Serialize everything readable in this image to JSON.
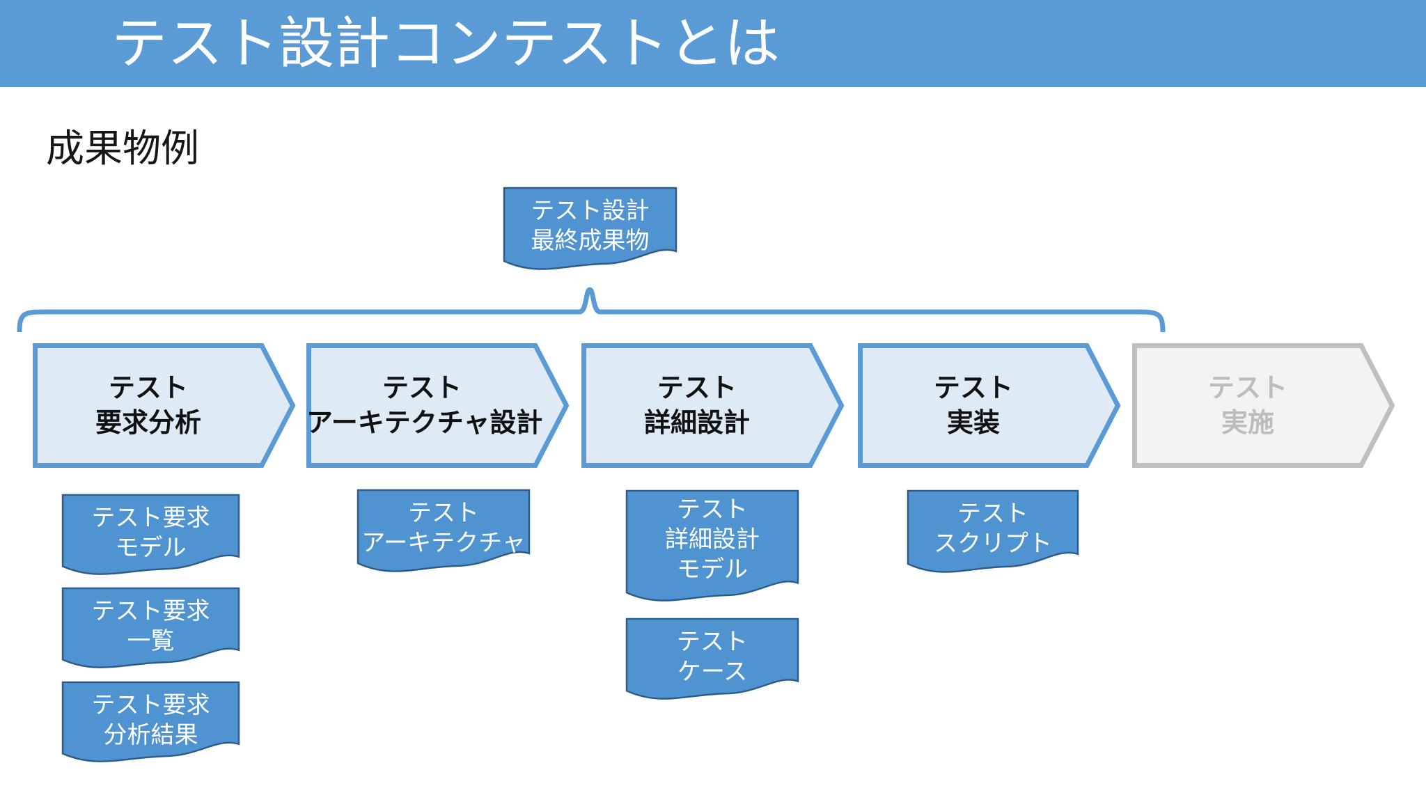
{
  "slide": {
    "title": "テスト設計コンテストとは",
    "subtitle": "成果物例"
  },
  "top_document": {
    "lines": [
      "テスト設計",
      "最終成果物"
    ]
  },
  "process_chevrons": [
    {
      "name": "test-requirements-analysis",
      "lines": [
        "テスト",
        "要求分析"
      ],
      "state": "active"
    },
    {
      "name": "test-architecture-design",
      "lines": [
        "テスト",
        "アーキテクチャ設計"
      ],
      "state": "active"
    },
    {
      "name": "test-detailed-design",
      "lines": [
        "テスト",
        "詳細設計"
      ],
      "state": "active"
    },
    {
      "name": "test-implementation",
      "lines": [
        "テスト",
        "実装"
      ],
      "state": "active"
    },
    {
      "name": "test-execution",
      "lines": [
        "テスト",
        "実施"
      ],
      "state": "inactive"
    }
  ],
  "deliverable_documents": [
    {
      "under": "test-requirements-analysis",
      "lines": [
        "テスト要求",
        "モデル"
      ]
    },
    {
      "under": "test-requirements-analysis",
      "lines": [
        "テスト要求",
        "一覧"
      ]
    },
    {
      "under": "test-requirements-analysis",
      "lines": [
        "テスト要求",
        "分析結果"
      ]
    },
    {
      "under": "test-architecture-design",
      "lines": [
        "テスト",
        "アーキテクチャ"
      ]
    },
    {
      "under": "test-detailed-design",
      "lines": [
        "テスト",
        "詳細設計",
        "モデル"
      ]
    },
    {
      "under": "test-detailed-design",
      "lines": [
        "テスト",
        "ケース"
      ]
    },
    {
      "under": "test-implementation",
      "lines": [
        "テスト",
        "スクリプト"
      ]
    }
  ],
  "colors": {
    "banner_blue": "#5b9bd5",
    "chevron_fill": "#deebf7",
    "chevron_border": "#5b9bd5",
    "document_fill": "#4f94d0",
    "document_border": "#2e5c8a",
    "inactive_fill": "#f2f3f4",
    "inactive_border": "#bfbfbf",
    "inactive_text": "#bcbcbe",
    "title_text": "#ffffff",
    "body_text": "#111111"
  }
}
